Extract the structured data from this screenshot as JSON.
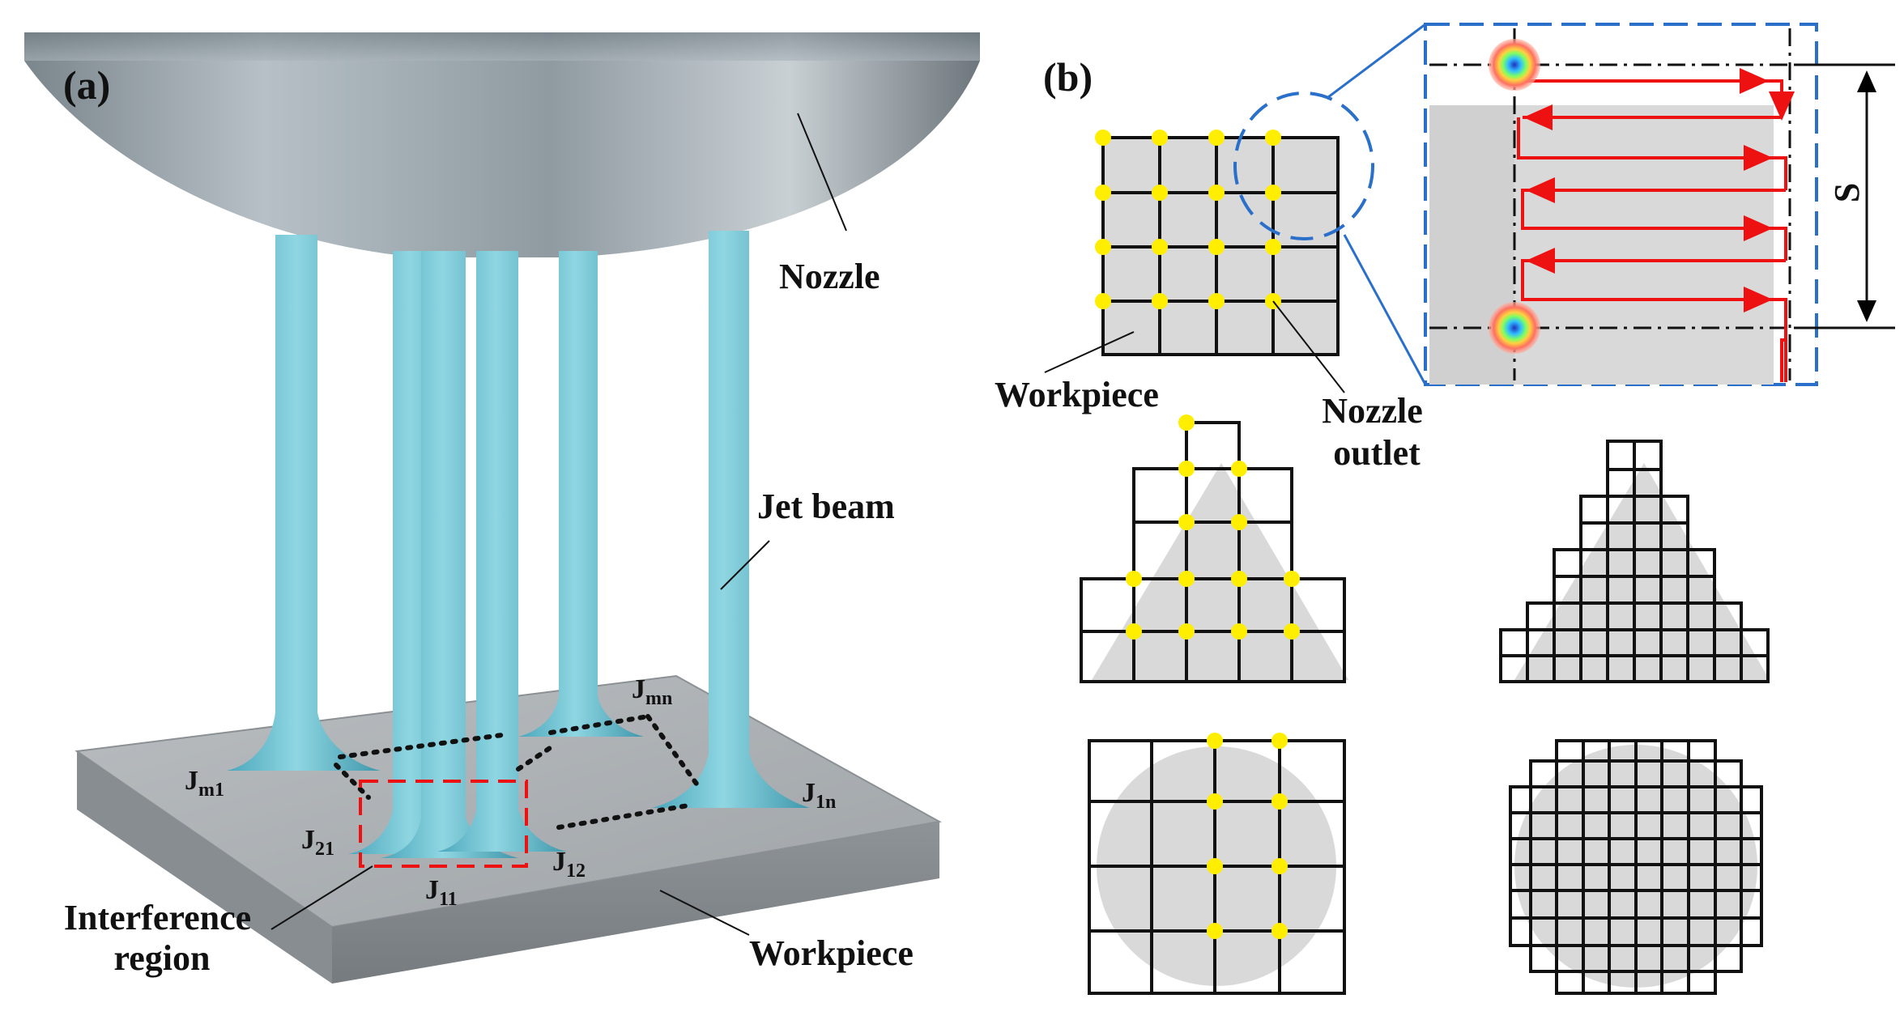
{
  "panel_a": {
    "label": "(a)",
    "nozzle_label": "Nozzle",
    "jet_beam_label": "Jet beam",
    "workpiece_label": "Workpiece",
    "interference_label_line1": "Interference",
    "interference_label_line2": "region",
    "jets": [
      {
        "base": "J",
        "sub": "m1"
      },
      {
        "base": "J",
        "sub": "mn"
      },
      {
        "base": "J",
        "sub": "1n"
      },
      {
        "base": "J",
        "sub": "21"
      },
      {
        "base": "J",
        "sub": "11"
      },
      {
        "base": "J",
        "sub": "12"
      }
    ]
  },
  "panel_b": {
    "label": "(b)",
    "workpiece_label": "Workpiece",
    "nozzle_outlet_line1": "Nozzle",
    "nozzle_outlet_line2": "outlet",
    "spacing_label": "S"
  },
  "colors": {
    "jet": "#6cc0d0",
    "nozzle": "#9aa4ab",
    "workpiece": "#a9adb0",
    "outlet_dot": "#ffee00",
    "path": "#ee1111",
    "callout": "#2a6fc9",
    "shape_fill": "#d9d9d9"
  }
}
